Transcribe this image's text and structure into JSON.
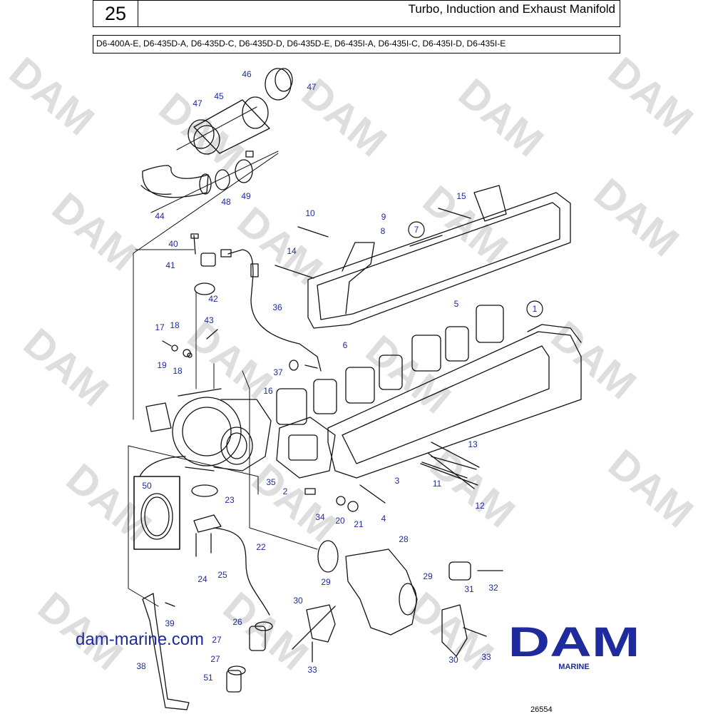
{
  "header": {
    "page_number": "25",
    "title": "Turbo, Induction and Exhaust Manifold",
    "models": "D6-400A-E, D6-435D-A, D6-435D-C, D6-435D-D, D6-435D-E, D6-435I-A, D6-435I-C, D6-435I-D, D6-435I-E"
  },
  "watermark": "DAM",
  "callouts": [
    {
      "label": "1",
      "circled": true
    },
    {
      "label": "2"
    },
    {
      "label": "3"
    },
    {
      "label": "4"
    },
    {
      "label": "5"
    },
    {
      "label": "6"
    },
    {
      "label": "7",
      "circled": true
    },
    {
      "label": "8"
    },
    {
      "label": "9"
    },
    {
      "label": "10"
    },
    {
      "label": "11"
    },
    {
      "label": "12"
    },
    {
      "label": "13"
    },
    {
      "label": "14"
    },
    {
      "label": "15"
    },
    {
      "label": "16"
    },
    {
      "label": "17"
    },
    {
      "label": "18"
    },
    {
      "label": "18"
    },
    {
      "label": "19"
    },
    {
      "label": "20"
    },
    {
      "label": "21"
    },
    {
      "label": "22"
    },
    {
      "label": "23"
    },
    {
      "label": "24"
    },
    {
      "label": "25"
    },
    {
      "label": "26"
    },
    {
      "label": "27"
    },
    {
      "label": "27"
    },
    {
      "label": "28"
    },
    {
      "label": "29"
    },
    {
      "label": "29"
    },
    {
      "label": "30"
    },
    {
      "label": "30"
    },
    {
      "label": "31"
    },
    {
      "label": "32"
    },
    {
      "label": "33"
    },
    {
      "label": "33"
    },
    {
      "label": "34"
    },
    {
      "label": "35"
    },
    {
      "label": "36"
    },
    {
      "label": "37"
    },
    {
      "label": "38"
    },
    {
      "label": "39"
    },
    {
      "label": "40"
    },
    {
      "label": "41"
    },
    {
      "label": "42"
    },
    {
      "label": "43"
    },
    {
      "label": "44"
    },
    {
      "label": "45"
    },
    {
      "label": "46"
    },
    {
      "label": "47"
    },
    {
      "label": "47"
    },
    {
      "label": "48"
    },
    {
      "label": "49"
    },
    {
      "label": "50",
      "boxed": true
    },
    {
      "label": "51"
    }
  ],
  "branding": {
    "website": "dam-marine.com",
    "logo_text": "DAM",
    "logo_subtext": "MARINE",
    "logo_color": "#1f2a9c"
  },
  "drawing_number": "26554",
  "colors": {
    "callout_text": "#1f2a9c",
    "line": "#111111",
    "watermark": "#dedede"
  }
}
